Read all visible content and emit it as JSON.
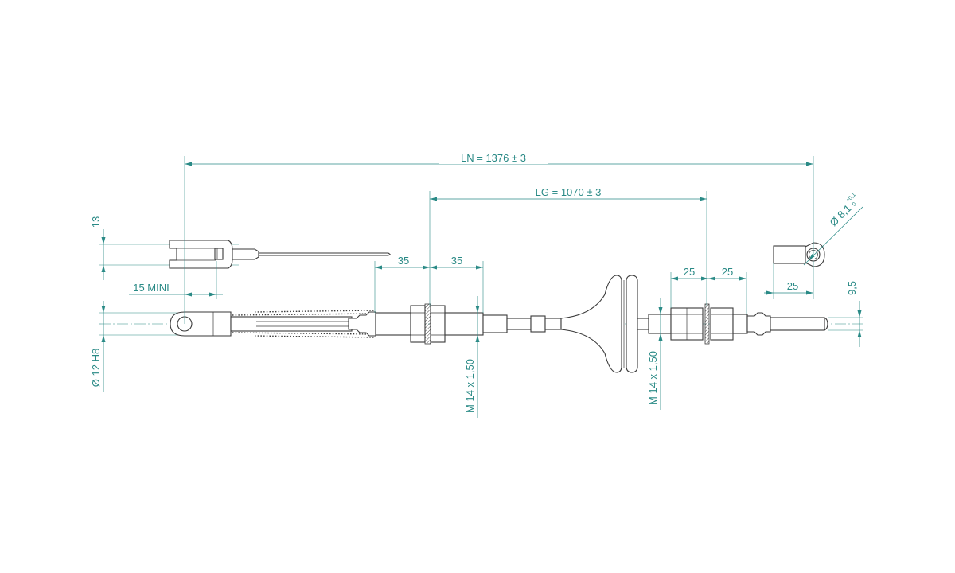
{
  "dimensions": {
    "ln": "LN = 1376 ± 3",
    "lg": "LG = 1070 ± 3",
    "left_35_a": "35",
    "left_35_b": "35",
    "right_25_a": "25",
    "right_25_b": "25",
    "eye_25": "25",
    "fork_13": "13",
    "fork_15mini": "15 MINI",
    "dia_12h8": "Ø 12 H8",
    "thread_left": "M 14 x 1,50",
    "thread_right": "M 14 x 1,50",
    "dim_9_5": "9,5",
    "eye_dia": "Ø 8,1",
    "eye_tol_upper": "+0,1",
    "eye_tol_lower": "0"
  },
  "colors": {
    "dimension": "#2a8a86",
    "outline": "#3a3a3a"
  }
}
